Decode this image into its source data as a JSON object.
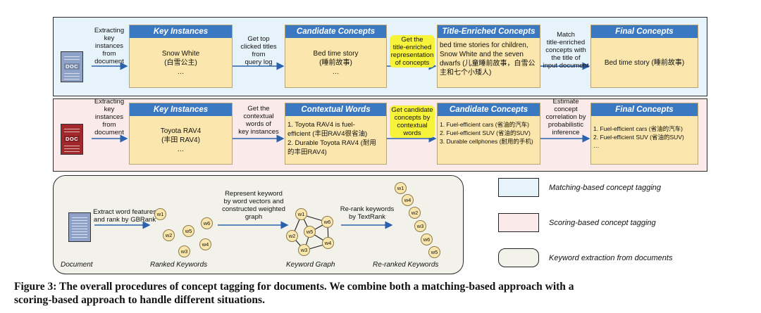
{
  "row1": {
    "extract_label": [
      "Extracting",
      "key",
      "instances",
      "from",
      "document"
    ],
    "doc_tag": "DOC",
    "key_instances": {
      "title": "Key Instances",
      "lines": [
        "Snow White",
        "(白雪公主)",
        "…"
      ]
    },
    "step2": [
      "Get top",
      "clicked titles",
      "from",
      "query log"
    ],
    "candidate": {
      "title": "Candidate Concepts",
      "lines": [
        "Bed time story",
        "(睡前故事)",
        "…"
      ]
    },
    "step3": [
      "Get the",
      "title-enriched",
      "representation",
      "of concepts"
    ],
    "title_enriched": {
      "title": "Title-Enriched Concepts",
      "lines": [
        "bed time stories for children,",
        "Snow White and the seven",
        "dwarfs (儿童睡前故事，白雪公",
        "主和七个小矮人)"
      ]
    },
    "step4": [
      "Match",
      "title-enriched",
      "concepts with",
      "the title of",
      "input document"
    ],
    "final": {
      "title": "Final Concepts",
      "lines": [
        "Bed time story (睡前故事)"
      ]
    }
  },
  "row2": {
    "extract_label": [
      "Extracting",
      "key",
      "instances",
      "from",
      "document"
    ],
    "doc_tag": "DOC",
    "key_instances": {
      "title": "Key Instances",
      "lines": [
        "Toyota RAV4",
        "(丰田 RAV4)",
        "…"
      ]
    },
    "step2": [
      "Get the",
      "contextual",
      "words of",
      "key instances"
    ],
    "contextual": {
      "title": "Contextual Words",
      "lines": [
        "1. Toyota RAV4 is fuel-",
        "efficient (丰田RAV4很省油)",
        "2. Durable Toyota RAV4 (耐用",
        "的丰田RAV4)"
      ]
    },
    "step3": [
      "Get candidate",
      "concepts by",
      "contextual",
      "words"
    ],
    "candidate": {
      "title": "Candidate Concepts",
      "lines": [
        "1. Fuel-efficient cars (省油的汽车)",
        "2. Fuel-efficient SUV (省油的SUV)",
        "3. Durable cellphones (耐用的手机)"
      ]
    },
    "step4": [
      "Estimate",
      "concept",
      "correlation by",
      "probabilistic",
      "inference"
    ],
    "final": {
      "title": "Final Concepts",
      "lines": [
        "1. Fuel-efficient cars (省油的汽车)",
        "2. Fuel-efficient SUV (省油的SUV)",
        "…"
      ]
    }
  },
  "row3": {
    "document_label": "Document",
    "extract": [
      "Extract word features",
      "and rank by GBRank"
    ],
    "ranked_label": "Ranked Keywords",
    "represent": [
      "Represent keyword",
      "by word vectors and",
      "constructed weighted",
      "graph"
    ],
    "graph_label": "Keyword Graph",
    "rerank": [
      "Re-rank keywords",
      "by TextRank"
    ],
    "reranked_label": "Re-ranked Keywords",
    "ranked_nodes": [
      "w1",
      "w5",
      "w6",
      "w2",
      "w3",
      "w4"
    ],
    "graph_nodes": [
      "w1",
      "w5",
      "w6",
      "w2",
      "w3",
      "w4"
    ],
    "reranked_nodes": [
      "w1",
      "w4",
      "w2",
      "w3",
      "w6",
      "w5"
    ]
  },
  "legend": [
    {
      "label": "Matching-based concept tagging",
      "color": "#e7f3fb"
    },
    {
      "label": "Scoring-based concept tagging",
      "color": "#fbeaea"
    },
    {
      "label": "Keyword extraction from documents",
      "color": "#f2f2ea"
    }
  ],
  "caption": [
    "Figure 3: The overall procedures of concept tagging for documents. We combine both a matching-based approach with a",
    "scoring-based approach to handle different situations."
  ],
  "colors": {
    "box_head": "#3b78c2",
    "box_body": "#fbe7ad",
    "highlight": "#f7f23a",
    "doc_blue": "#8fa2c8",
    "doc_red": "#a3282c"
  }
}
